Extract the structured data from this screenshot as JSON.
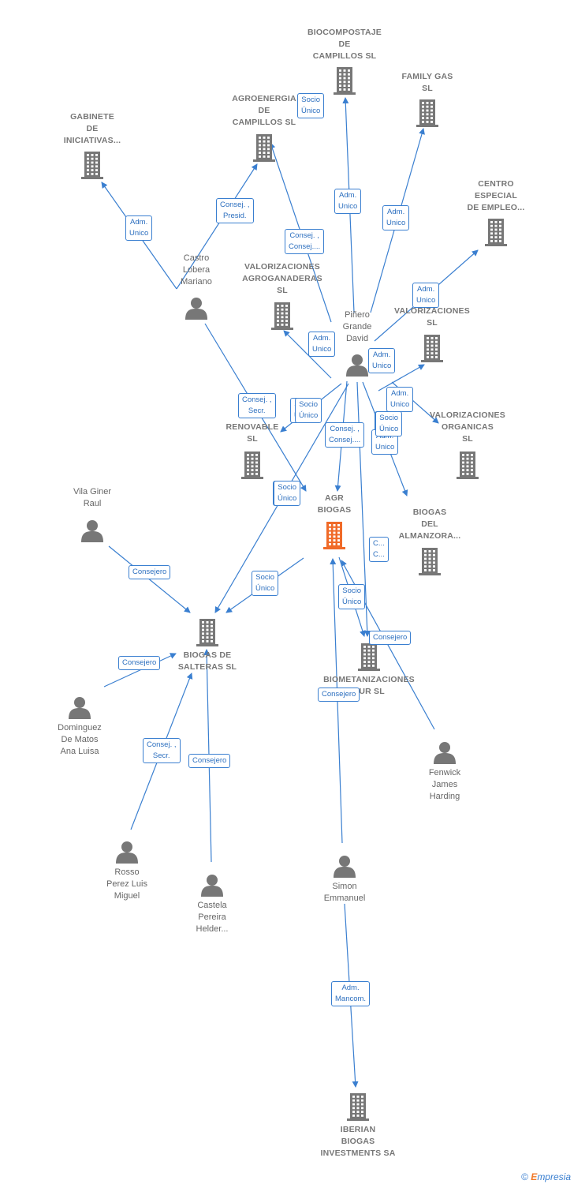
{
  "nodes": [
    {
      "id": "biocompostaje",
      "type": "company",
      "label": "BIOCOMPOSTAJE\nDE\nCAMPILLOS  SL"
    },
    {
      "id": "familygas",
      "type": "company",
      "label": "FAMILY GAS\nSL"
    },
    {
      "id": "agroenergia",
      "type": "company",
      "label": "AGROENERGIA\nDE\nCAMPILLOS SL"
    },
    {
      "id": "gabinete",
      "type": "company",
      "label": "GABINETE\nDE\nINICIATIVAS..."
    },
    {
      "id": "centro",
      "type": "company",
      "label": "CENTRO\nESPECIAL\nDE EMPLEO..."
    },
    {
      "id": "castro",
      "type": "person",
      "label": "Castro\nLobera\nMariano"
    },
    {
      "id": "valagrog",
      "type": "company",
      "label": "VALORIZACIONES\nAGROGANADERAS\nSL"
    },
    {
      "id": "pinero",
      "type": "person",
      "label": "Piñero\nGrande\nDavid"
    },
    {
      "id": "valsl",
      "type": "company",
      "label": "VALORIZACIONES\nSL"
    },
    {
      "id": "valorg",
      "type": "company",
      "label": "VALORIZACIONES\nORGANICAS\nSL"
    },
    {
      "id": "renovable",
      "type": "company",
      "label": "RENOVABLE\nSL"
    },
    {
      "id": "agrobiogas",
      "type": "company",
      "label": "AGR\nBIOGAS",
      "highlight": true
    },
    {
      "id": "almanzora",
      "type": "company",
      "label": "BIOGAS\nDEL\nALMANZORA..."
    },
    {
      "id": "vila",
      "type": "person",
      "label": "Vila Giner\nRaul"
    },
    {
      "id": "salteras",
      "type": "company",
      "label": "BIOGAS DE\nSALTERAS  SL"
    },
    {
      "id": "biomet",
      "type": "company",
      "label": "BIOMETANIZACIONES\nSUR  SL"
    },
    {
      "id": "dominguez",
      "type": "person",
      "label": "Dominguez\nDe Matos\nAna Luisa"
    },
    {
      "id": "fenwick",
      "type": "person",
      "label": "Fenwick\nJames\nHarding"
    },
    {
      "id": "rosso",
      "type": "person",
      "label": "Rosso\nPerez Luis\nMiguel"
    },
    {
      "id": "castela",
      "type": "person",
      "label": "Castela\nPereira\nHelder..."
    },
    {
      "id": "simon",
      "type": "person",
      "label": "Simon\nEmmanuel"
    },
    {
      "id": "iberian",
      "type": "company",
      "label": "IBERIAN\nBIOGAS\nINVESTMENTS SA"
    }
  ],
  "edges": [
    {
      "from": "pinero",
      "to": "biocompostaje",
      "label": "Adm.\nUnico"
    },
    {
      "from": "pinero",
      "to": "familygas",
      "label": "Adm.\nUnico"
    },
    {
      "from": "pinero",
      "to": "agroenergia",
      "label": "Consej. ,\nConsej...."
    },
    {
      "from": "castro",
      "to": "agroenergia",
      "label": "Consej. ,\nPresid."
    },
    {
      "from": "castro",
      "to": "gabinete",
      "label": "Adm.\nUnico"
    },
    {
      "from": "pinero",
      "to": "centro",
      "label": "Adm.\nUnico"
    },
    {
      "from": "pinero",
      "to": "valagrog",
      "label": "Adm.\nUnico"
    },
    {
      "from": "pinero",
      "to": "valsl",
      "label": "Adm.\nUnico"
    },
    {
      "from": "pinero",
      "to": "valorg",
      "label": "Adm.\nUnico"
    },
    {
      "from": "pinero",
      "to": "renovable",
      "label": "Socio\nÚnico"
    },
    {
      "from": "pinero",
      "to": "agrobiogas",
      "label": "Consej. ,\nConsej...."
    },
    {
      "from": "pinero",
      "to": "almanzora",
      "label": "Socio\nÚnico"
    },
    {
      "from": "pinero",
      "to": "salteras",
      "label": "Socio\nÚnico"
    },
    {
      "from": "pinero",
      "to": "biomet",
      "label": "Adm.\nUnico"
    },
    {
      "from": "castro",
      "to": "agrobiogas",
      "label": "Consej. ,\nSecr."
    },
    {
      "from": "agrobiogas",
      "to": "salteras",
      "label": "Socio\nÚnico"
    },
    {
      "from": "agrobiogas",
      "to": "biomet",
      "label": "Socio\nÚnico"
    },
    {
      "from": "vila",
      "to": "salteras",
      "label": "Consejero"
    },
    {
      "from": "dominguez",
      "to": "salteras",
      "label": "Consejero"
    },
    {
      "from": "rosso",
      "to": "salteras",
      "label": "Consej. ,\nSecr."
    },
    {
      "from": "castela",
      "to": "salteras",
      "label": "Consejero"
    },
    {
      "from": "fenwick",
      "to": "agrobiogas",
      "label": "Consejero"
    },
    {
      "from": "simon",
      "to": "agrobiogas",
      "label": "Consejero"
    },
    {
      "from": "simon",
      "to": "iberian",
      "label": "Adm.\nMancom."
    }
  ],
  "extra_badges": [
    {
      "label": "Socio\nÚnico"
    },
    {
      "label": "Adm.\nUnico"
    },
    {
      "label": "Socio\nÚnico"
    },
    {
      "label": "Socio\nÚnico"
    },
    {
      "label": "Socio\nÚnico"
    },
    {
      "label": "C...\nC..."
    }
  ],
  "footer": {
    "copyright": "©",
    "brand_first": "E",
    "brand_rest": "mpresia"
  },
  "colors": {
    "edge": "#3a7fd0",
    "company": "#777777",
    "highlight": "#f06a28",
    "person": "#777777"
  }
}
